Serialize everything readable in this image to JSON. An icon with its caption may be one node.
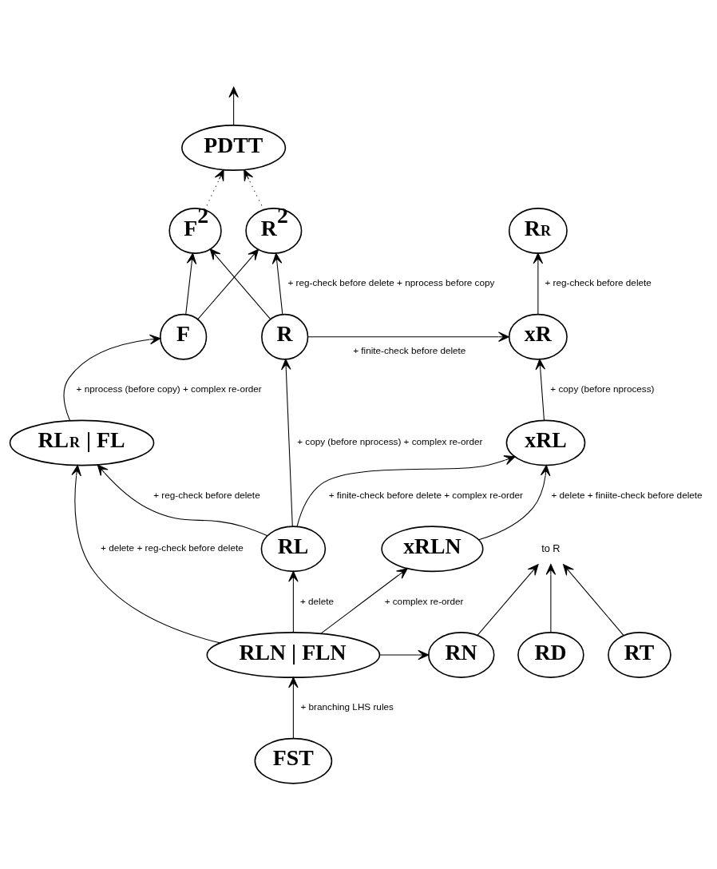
{
  "diagram": {
    "nodes": [
      {
        "text": [
          "PDTT"
        ]
      },
      {
        "text": [
          "R$^{2}$"
        ]
      },
      {
        "text": [
          "F$^{2}$"
        ]
      },
      {
        "text": [
          "R$_{R}$"
        ]
      },
      {
        "text": [
          "xR"
        ]
      },
      {
        "text": [
          "F"
        ]
      },
      {
        "text": [
          "R"
        ]
      },
      {
        "text": [
          "RL$_{R}$ | FL"
        ]
      },
      {
        "text": [
          "xRL"
        ]
      },
      {
        "text": [
          "RL"
        ]
      },
      {
        "text": [
          "xRLN"
        ]
      },
      {
        "text": [
          "to R"
        ]
      },
      {
        "text": [
          "RD"
        ]
      },
      {
        "text": [
          "RT"
        ]
      },
      {
        "text": [
          "RN"
        ]
      },
      {
        "text": [
          "RLN | FLN"
        ]
      },
      {
        "text": [
          "FST"
        ]
      }
    ],
    "edges": [
      {
        "from": 0,
        "to": null,
        "arrow": "to"
      },
      {
        "from": 1,
        "to": 0,
        "arrow": "to",
        "style": "dashed"
      },
      {
        "from": 2,
        "to": 0,
        "arrow": "to",
        "style": "dashed"
      },
      {
        "from": 6,
        "to": 1,
        "arrow": "to",
        "label": "+ reg-check before delete + nprocess before copy"
      },
      {
        "from": 6,
        "to": 2,
        "arrow": "to"
      },
      {
        "from": 5,
        "to": 1,
        "arrow": "to"
      },
      {
        "from": 5,
        "to": 2,
        "arrow": "to"
      },
      {
        "from": 4,
        "to": 3,
        "arrow": "to",
        "label": "+ reg-check before delete"
      },
      {
        "from": 6,
        "to": 4,
        "arrow": "to",
        "label": "+ finite-check before delete"
      },
      {
        "from": 7,
        "to": 5,
        "arrow": "to",
        "label": "+ nprocess (before copy) + complex re-order"
      },
      {
        "from": 8,
        "to": 4,
        "arrow": "to",
        "label": "+ copy (before nprocess)"
      },
      {
        "from": 9,
        "to": 6,
        "arrow": "to",
        "label": "+ copy (before nprocess) + complex re-order"
      },
      {
        "from": 9,
        "to": 7,
        "arrow": "to",
        "label": "+ reg-check before delete"
      },
      {
        "from": 9,
        "to": 8,
        "arrow": "to",
        "label": "+ finite-check before delete + complex re-order"
      },
      {
        "from": 10,
        "to": 8,
        "arrow": "to",
        "label": "+ delete + finiite-check before delete"
      },
      {
        "from": 15,
        "to": 10,
        "arrow": "to",
        "label": "+ complex re-order"
      },
      {
        "from": 15,
        "to": 9,
        "arrow": "to",
        "label": "+ delete"
      },
      {
        "from": 15,
        "to": 7,
        "arrow": "to",
        "label": "+ delete + reg-check before delete"
      },
      {
        "from": 15,
        "to": 14,
        "arrow": "to"
      },
      {
        "from": 16,
        "to": 15,
        "arrow": "to",
        "label": "+ branching LHS rules"
      },
      {
        "from": 12,
        "to": 11,
        "arrow": "to"
      },
      {
        "from": 13,
        "to": 11,
        "arrow": "to"
      },
      {
        "from": 14,
        "to": 11,
        "arrow": "to"
      }
    ]
  }
}
